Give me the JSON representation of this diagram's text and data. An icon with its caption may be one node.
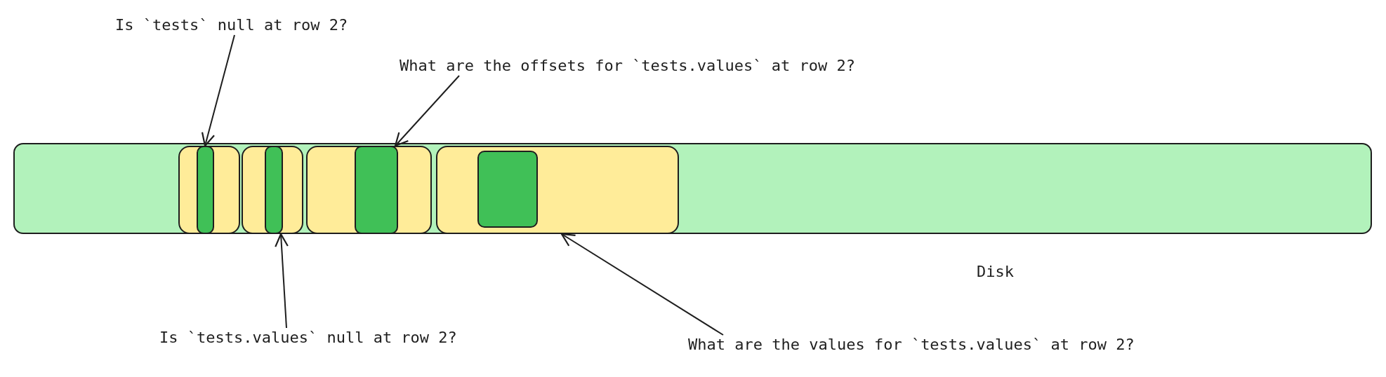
{
  "diagram": {
    "nodes": [
      {
        "text": [
          "Disk"
        ]
      },
      {
        "text": [],
        "shape": "box",
        "in": 0
      },
      {
        "text": [],
        "shape": "box",
        "in": 1
      },
      {
        "text": [],
        "shape": "box",
        "in": 0
      },
      {
        "text": [],
        "shape": "box",
        "in": 3
      },
      {
        "text": [],
        "shape": "box",
        "in": 0
      },
      {
        "text": [],
        "shape": "box",
        "in": 5
      },
      {
        "text": [],
        "shape": "box",
        "in": 0
      },
      {
        "text": [],
        "shape": "box",
        "in": 7
      },
      {
        "text": [
          "Is `tests` null at row 2?"
        ]
      },
      {
        "text": [
          "What are the offsets for `tests.values` at row 2?"
        ]
      },
      {
        "text": [
          "Is `tests.values` null at row 2?"
        ]
      },
      {
        "text": [
          "What are the values for `tests.values` at row 2?"
        ]
      }
    ],
    "edges": [
      {
        "from": 9,
        "to": 2,
        "arrow": "to"
      },
      {
        "from": 10,
        "to": 6,
        "arrow": "to"
      },
      {
        "from": 11,
        "to": 4,
        "arrow": "to"
      },
      {
        "from": 12,
        "to": 7,
        "arrow": "to"
      }
    ]
  }
}
